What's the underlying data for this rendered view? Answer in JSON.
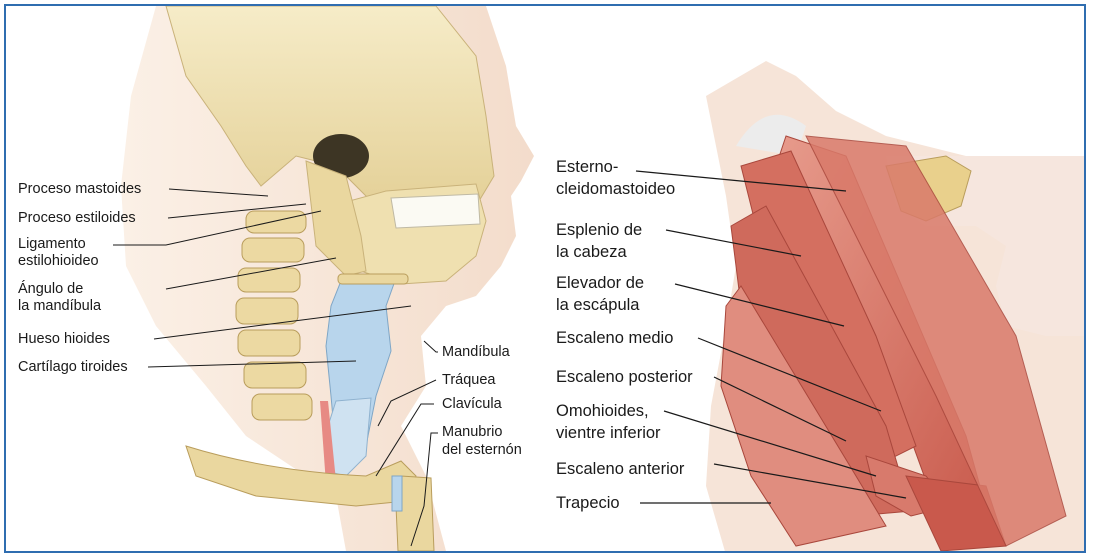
{
  "colors": {
    "frame": "#2f6db0",
    "bone": "#efe0b0",
    "cartilage": "#a9cbe6",
    "muscle": "#d97a6a",
    "skin": "#f6e4d8"
  },
  "left_panel": {
    "labels": {
      "proceso_mastoides": "Proceso mastoides",
      "proceso_estiloides": "Proceso estiloides",
      "ligamento_1": "Ligamento",
      "ligamento_2": "estilohioideo",
      "angulo_1": "Ángulo de",
      "angulo_2": "la mandíbula",
      "hueso_hioides": "Hueso hioides",
      "cartilago_tiroides": "Cartílago tiroides",
      "mandibula": "Mandíbula",
      "traquea": "Tráquea",
      "clavicula": "Clavícula",
      "manubrio_1": "Manubrio",
      "manubrio_2": "del esternón"
    }
  },
  "right_panel": {
    "labels": {
      "esterno_1": "Esterno-",
      "esterno_2": "cleidomastoideo",
      "esplenio_1": "Esplenio de",
      "esplenio_2": "la cabeza",
      "elevador_1": "Elevador de",
      "elevador_2": "la escápula",
      "escaleno_medio": "Escaleno medio",
      "escaleno_posterior": "Escaleno posterior",
      "omohioides_1": "Omohioides,",
      "omohioides_2": "vientre inferior",
      "escaleno_anterior": "Escaleno anterior",
      "trapecio": "Trapecio"
    }
  }
}
